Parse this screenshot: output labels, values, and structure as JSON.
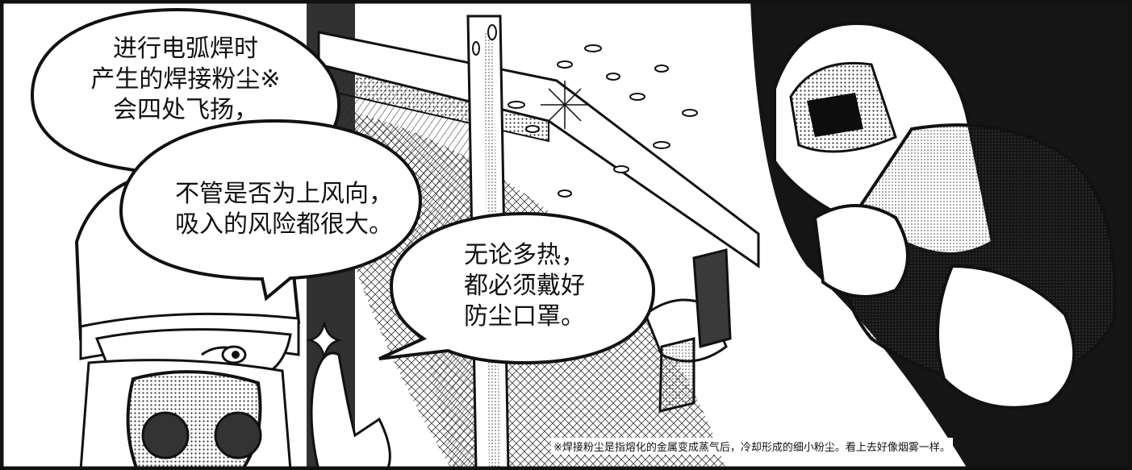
{
  "bubbles": {
    "top_left": [
      "进行电弧焊时",
      "产生的焊接粉尘※",
      "会四处飞扬，"
    ],
    "middle": [
      "不管是否为上风向，",
      "吸入的风险都很大。"
    ],
    "right": [
      "无论多热，",
      "都必须戴好",
      "防尘口罩。"
    ]
  },
  "footnote": "※焊接粉尘是指熔化的金属变成蒸气后，冷却形成的细小粉尘。看上去好像烟雾一样。",
  "colors": {
    "ink": "#111111",
    "paper": "#ffffff",
    "tone": "#bdbdbd",
    "shadow": "#2a2a2a"
  },
  "icons": [
    "welding-helmet-icon",
    "respirator-icon",
    "sparkle-icon",
    "welding-sparks-icon"
  ]
}
